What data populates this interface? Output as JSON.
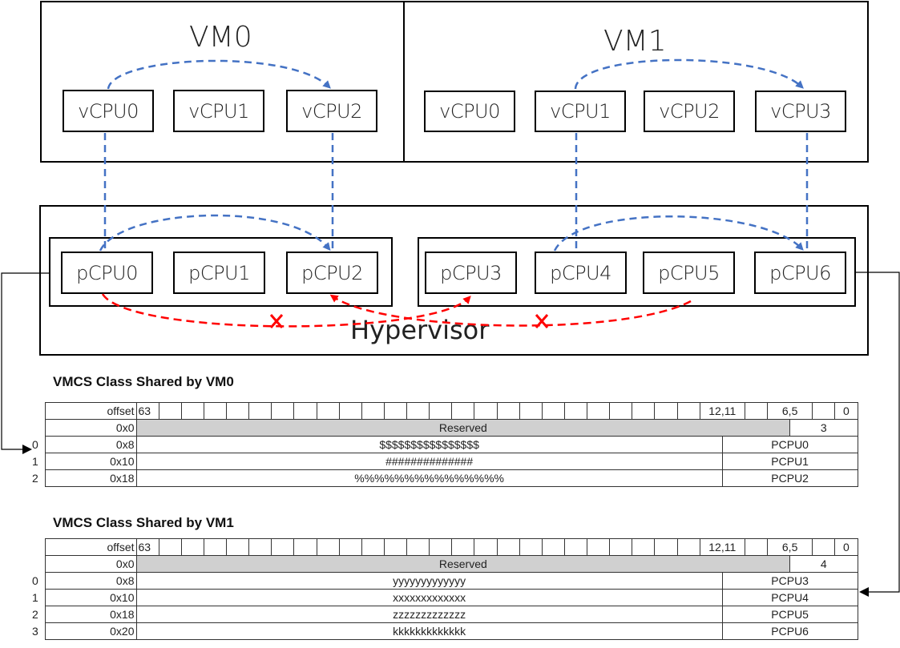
{
  "diagram": {
    "vms": [
      {
        "title": "VM0",
        "vcpus": [
          "vCPU0",
          "vCPU1",
          "vCPU2"
        ]
      },
      {
        "title": "VM1",
        "vcpus": [
          "vCPU0",
          "vCPU1",
          "vCPU2",
          "vCPU3"
        ]
      }
    ],
    "hypervisor": {
      "title": "Hypervisor",
      "groups": [
        {
          "pcpus": [
            "pCPU0",
            "pCPU1",
            "pCPU2"
          ]
        },
        {
          "pcpus": [
            "pCPU3",
            "pCPU4",
            "pCPU5",
            "pCPU6"
          ]
        }
      ]
    },
    "mappings": [
      {
        "vm": "VM0",
        "from": "vCPU0",
        "to": "pCPU0"
      },
      {
        "vm": "VM0",
        "from": "vCPU2",
        "to": "pCPU2"
      },
      {
        "vm": "VM1",
        "from": "vCPU1",
        "to": "pCPU4"
      },
      {
        "vm": "VM1",
        "from": "vCPU3",
        "to": "pCPU6"
      }
    ],
    "allowed_migrations": [
      {
        "from": "vCPU0",
        "to": "vCPU2",
        "vm": "VM0"
      },
      {
        "from": "vCPU1",
        "to": "vCPU3",
        "vm": "VM1"
      },
      {
        "from": "pCPU0",
        "to": "pCPU2"
      },
      {
        "from": "pCPU4",
        "to": "pCPU6"
      }
    ],
    "blocked_migrations": [
      {
        "from": "pCPU0",
        "to": "pCPU3",
        "marker": "X"
      },
      {
        "from": "pCPU5",
        "to": "pCPU2",
        "marker": "X"
      }
    ],
    "colors": {
      "allowed": "#4472c4",
      "blocked": "#ff0000",
      "reserved_fill": "#d0d0d0"
    }
  },
  "tables": [
    {
      "title": "VMCS Class Shared by VM0",
      "header": {
        "offset_label": "offset",
        "bit_high": "63",
        "bit_12_11": "12,11",
        "bit_6_5": "6,5",
        "bit_low": "0"
      },
      "reserved_row": {
        "offset": "0x0",
        "label": "Reserved",
        "value": "3"
      },
      "rows": [
        {
          "index": "0",
          "offset": "0x8",
          "data": "$$$$$$$$$$$$$$$$",
          "pcpu": "PCPU0"
        },
        {
          "index": "1",
          "offset": "0x10",
          "data": "##############",
          "pcpu": "PCPU1"
        },
        {
          "index": "2",
          "offset": "0x18",
          "data": "%%%%%%%%%%%%%%%",
          "pcpu": "PCPU2"
        }
      ]
    },
    {
      "title": "VMCS Class Shared by VM1",
      "header": {
        "offset_label": "offset",
        "bit_high": "63",
        "bit_12_11": "12,11",
        "bit_6_5": "6,5",
        "bit_low": "0"
      },
      "reserved_row": {
        "offset": "0x0",
        "label": "Reserved",
        "value": "4"
      },
      "rows": [
        {
          "index": "0",
          "offset": "0x8",
          "data": "yyyyyyyyyyyyy",
          "pcpu": "PCPU3"
        },
        {
          "index": "1",
          "offset": "0x10",
          "data": "xxxxxxxxxxxxx",
          "pcpu": "PCPU4"
        },
        {
          "index": "2",
          "offset": "0x18",
          "data": "zzzzzzzzzzzzz",
          "pcpu": "PCPU5"
        },
        {
          "index": "3",
          "offset": "0x20",
          "data": "kkkkkkkkkkkkk",
          "pcpu": "PCPU6"
        }
      ]
    }
  ]
}
